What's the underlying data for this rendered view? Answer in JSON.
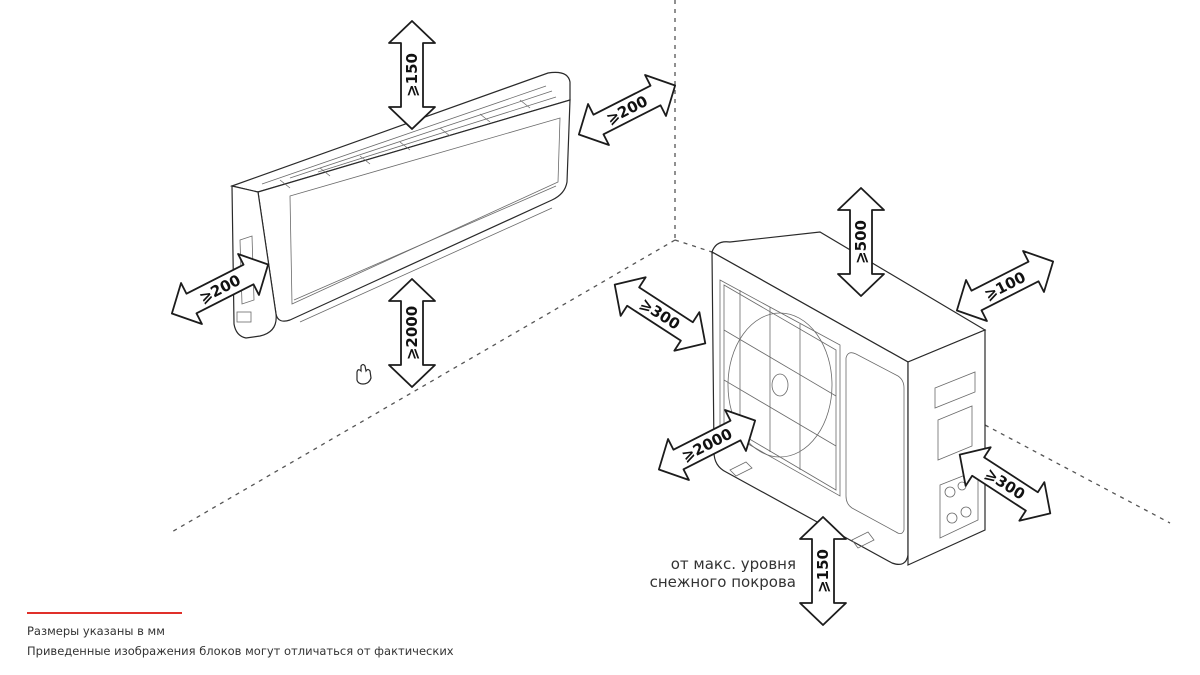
{
  "indoor_clearances": {
    "top": "⩾150",
    "side_right": "⩾200",
    "side_left": "⩾200",
    "floor": "⩾2000"
  },
  "outdoor_clearances": {
    "top": "⩾500",
    "right_back": "⩾100",
    "left": "⩾300",
    "front": "⩾2000",
    "right": "⩾300",
    "bottom": "⩾150"
  },
  "snow_note": {
    "line1": "от макс. уровня",
    "line2": "снежного покрова"
  },
  "footer": {
    "note1": "Размеры указаны в мм",
    "note2": "Приведенные изображения блоков могут отличаться от фактических"
  },
  "accent_color": "#e0302a"
}
